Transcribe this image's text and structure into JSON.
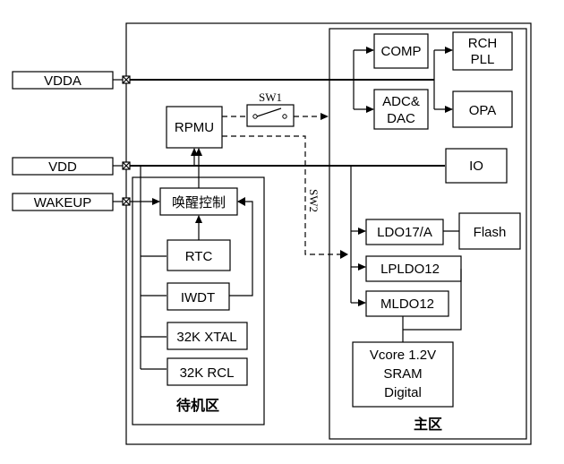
{
  "pins": {
    "vdda": "VDDA",
    "vdd": "VDD",
    "wakeup": "WAKEUP"
  },
  "blocks": {
    "comp": "COMP",
    "rch_line1": "RCH",
    "rch_line2": "PLL",
    "adc_line1": "ADC&",
    "adc_line2": "DAC",
    "opa": "OPA",
    "rpmu": "RPMU",
    "io": "IO",
    "wake_ctrl": "唤醒控制",
    "ldo17": "LDO17/A",
    "flash": "Flash",
    "lpldo12": "LPLDO12",
    "mldo12": "MLDO12",
    "rtc": "RTC",
    "iwdt": "IWDT",
    "xtal32k": "32K XTAL",
    "rcl32k": "32K RCL",
    "vcore_line1": "Vcore 1.2V",
    "vcore_line2": "SRAM",
    "vcore_line3": "Digital"
  },
  "switches": {
    "sw1": "SW1",
    "sw2": "SW2"
  },
  "regions": {
    "standby": "待机区",
    "main": "主区"
  },
  "colors": {
    "line": "#000000",
    "background": "#ffffff"
  }
}
